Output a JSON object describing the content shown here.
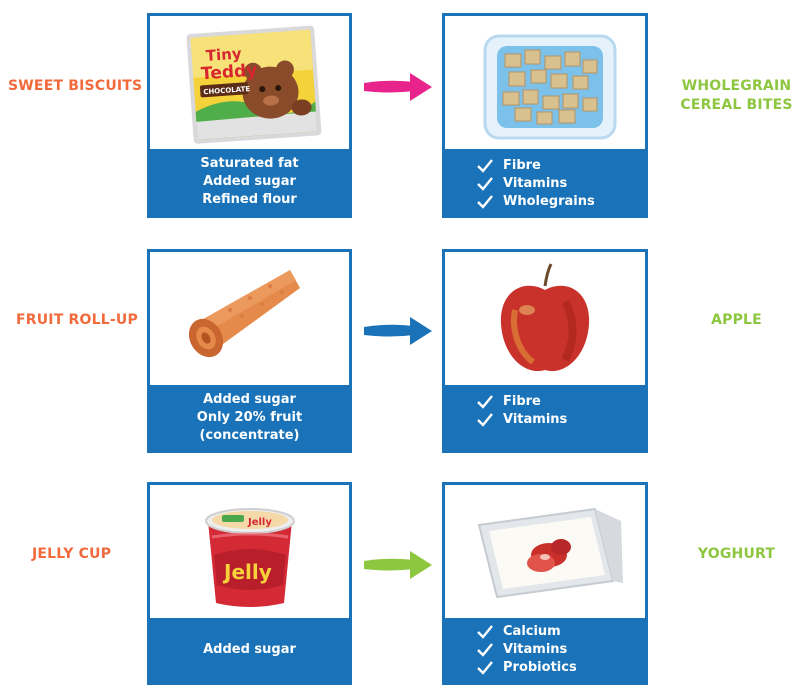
{
  "rows": [
    {
      "left_label": "SWEET BISCUITS",
      "left_caption": [
        "Saturated fat",
        "Added sugar",
        "Refined flour"
      ],
      "left_image": "tiny-teddy-biscuit-pack-image",
      "left_pack_text": [
        "Tiny",
        "Teddy",
        "CHOCOLATE"
      ],
      "right_label": [
        "WHOLEGRAIN",
        "CEREAL BITES"
      ],
      "right_caption": [
        "Fibre",
        "Vitamins",
        "Wholegrains"
      ],
      "right_image": "cereal-bites-container-image",
      "arrow_color": "#e8238c"
    },
    {
      "left_label": "FRUIT ROLL-UP",
      "left_caption": [
        "Added sugar",
        "Only 20% fruit",
        "(concentrate)"
      ],
      "left_image": "fruit-roll-up-image",
      "right_label": [
        "APPLE"
      ],
      "right_caption": [
        "Fibre",
        "Vitamins"
      ],
      "right_image": "apple-image",
      "arrow_color": "#1a73b8"
    },
    {
      "left_label": "JELLY CUP",
      "left_caption": [
        "Added sugar"
      ],
      "left_image": "jelly-cup-image",
      "left_pack_text": [
        "Jelly",
        "Jelly"
      ],
      "right_label": [
        "YOGHURT"
      ],
      "right_caption": [
        "Calcium",
        "Vitamins",
        "Probiotics"
      ],
      "right_image": "yoghurt-container-image",
      "arrow_color": "#8dc63f"
    }
  ],
  "colors": {
    "card_blue": "#1a73b8",
    "left_label_orange": "#f26a3c",
    "right_label_green": "#8dc63f"
  },
  "tick_icon": "check-mark-icon"
}
